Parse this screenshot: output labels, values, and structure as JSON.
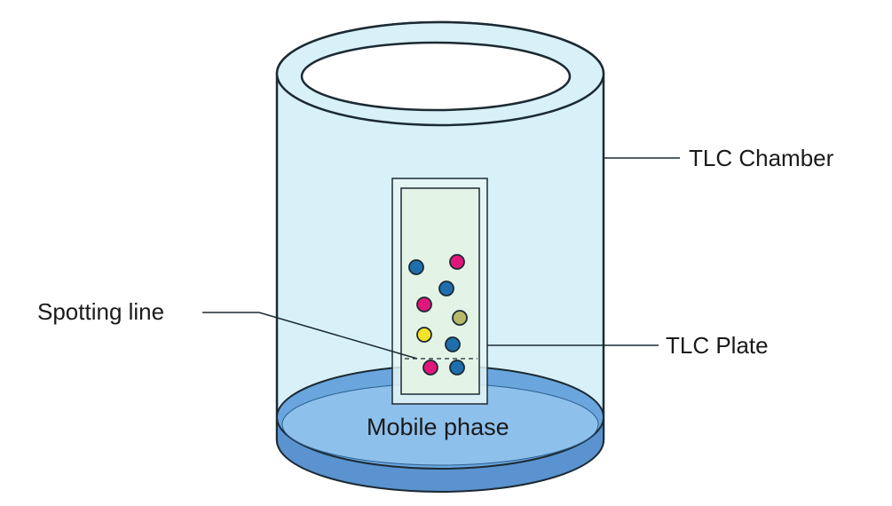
{
  "labels": {
    "chamber": "TLC Chamber",
    "plate": "TLC Plate",
    "spotting_line": "Spotting line",
    "mobile_phase": "Mobile phase"
  },
  "colors": {
    "chamber_fill": "#d8f1f8",
    "chamber_stroke": "#1c2a33",
    "liquid_fill": "#6aa6dd",
    "liquid_top": "#8ec0ec",
    "liquid_dark": "#5a93cf",
    "plate_outer": "#e6f6f6",
    "plate_inner": "#e3f4e6",
    "spot_magenta": "#e0167a",
    "spot_blue": "#1f6fae",
    "spot_yellow": "#f3e32a",
    "spot_olive": "#b7b86a"
  },
  "spots": [
    {
      "color": "blue"
    },
    {
      "color": "magenta"
    },
    {
      "color": "blue"
    },
    {
      "color": "magenta"
    },
    {
      "color": "olive"
    },
    {
      "color": "yellow"
    },
    {
      "color": "blue"
    },
    {
      "color": "magenta"
    },
    {
      "color": "blue"
    }
  ]
}
